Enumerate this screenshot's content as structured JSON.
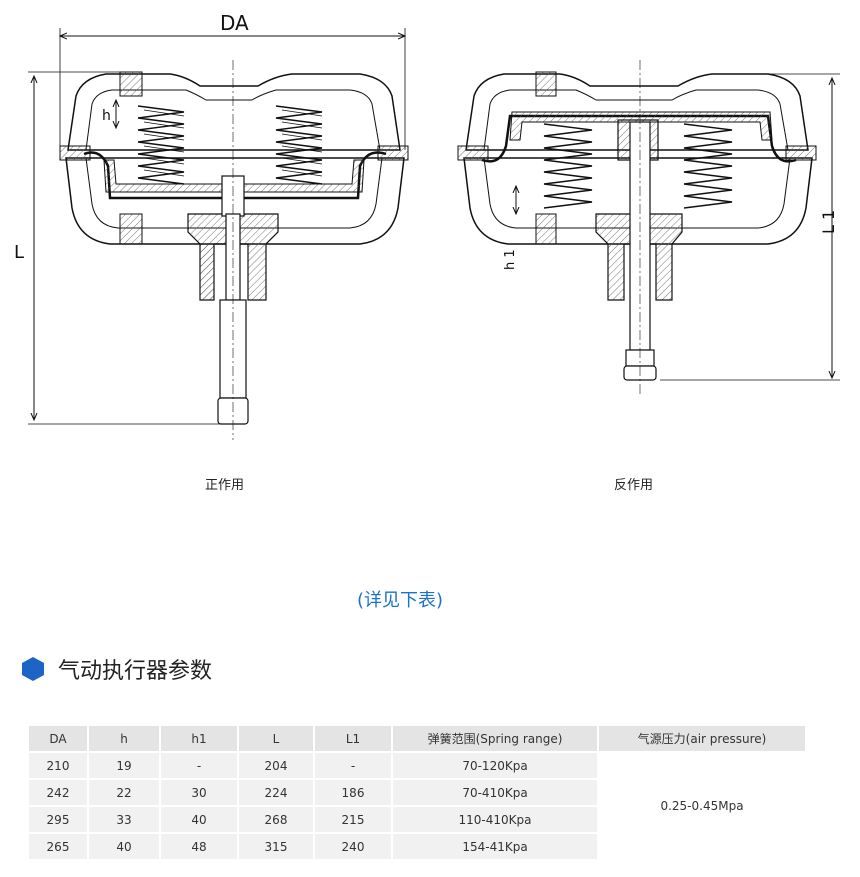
{
  "drawing": {
    "dim_DA": "DA",
    "dim_h": "h",
    "dim_L": "L",
    "dim_h1": "h 1",
    "dim_L1": "L 1"
  },
  "captions": {
    "direct": "正作用",
    "reverse": "反作用"
  },
  "note": "(详见下表)",
  "section": {
    "title": "气动执行器参数"
  },
  "table": {
    "headers": [
      "DA",
      "h",
      "h1",
      "L",
      "L1",
      "弹簧范围(Spring range)",
      "气源压力(air pressure)"
    ],
    "rows": [
      [
        "210",
        "19",
        "-",
        "204",
        "-",
        "70-120Kpa"
      ],
      [
        "242",
        "22",
        "30",
        "224",
        "186",
        "70-410Kpa"
      ],
      [
        "295",
        "33",
        "40",
        "268",
        "215",
        "110-410Kpa"
      ],
      [
        "265",
        "40",
        "48",
        "315",
        "240",
        "154-41Kpa"
      ]
    ],
    "air_pressure": "0.25-0.45Mpa"
  },
  "colors": {
    "accent": "#1e63c6",
    "note": "#1a73c8",
    "header_bg": "#e4e4e4",
    "cell_bg": "#f1f1f1"
  }
}
